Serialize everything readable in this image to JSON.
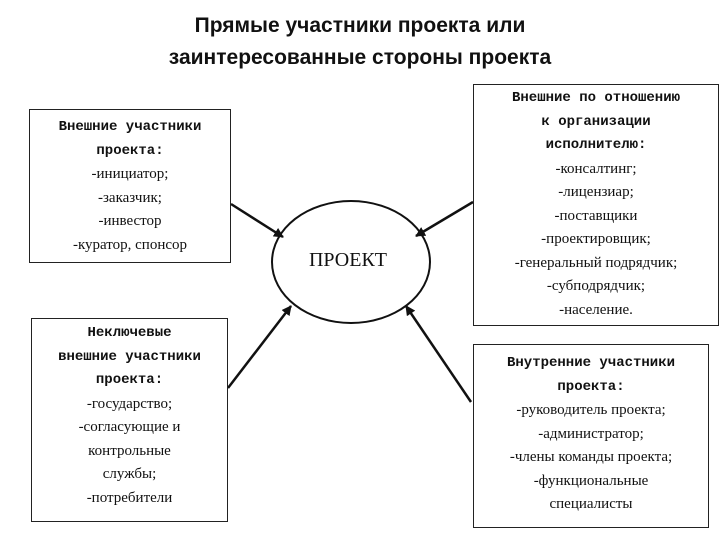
{
  "title": {
    "line1": "Прямые участники проекта или",
    "line2": "заинтересованные стороны проекта"
  },
  "center": {
    "label": "ПРОЕКТ"
  },
  "boxes": {
    "external": {
      "head": [
        "Внешние участники",
        "проекта:"
      ],
      "items": [
        "-инициатор;",
        "-заказчик;",
        "-инвестор",
        "-куратор, спонсор"
      ]
    },
    "organization": {
      "head": [
        "Внешние по отношению",
        "к организации",
        "исполнителю:"
      ],
      "items": [
        "-консалтинг;",
        "-лицензиар;",
        "-поставщики",
        "-проектировщик;",
        "-генеральный подрядчик;",
        "-субподрядчик;",
        "-население."
      ]
    },
    "nonkey": {
      "head": [
        "Неключевые",
        "внешние участники",
        "проекта:"
      ],
      "items": [
        "-государство;",
        "-согласующие и",
        "контрольные",
        "службы;",
        "-потребители"
      ]
    },
    "internal": {
      "head": [
        "Внутренние участники",
        "проекта:"
      ],
      "items": [
        "-руководитель проекта;",
        "-администратор;",
        "-члены команды проекта;",
        "-функциональные",
        "специалисты"
      ]
    }
  }
}
